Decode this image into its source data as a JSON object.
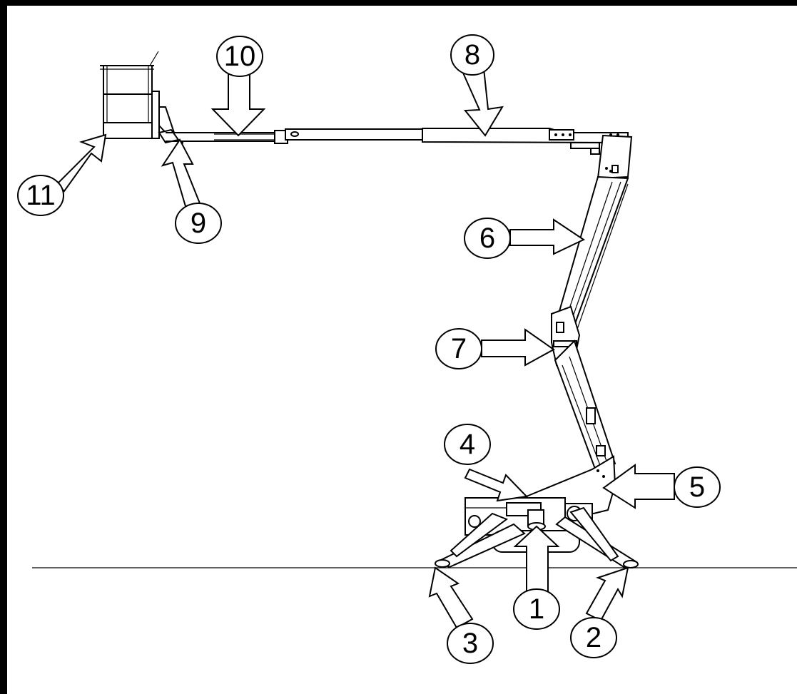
{
  "colors": {
    "line": "#000000",
    "background": "#ffffff",
    "frame": "#000000"
  },
  "callouts": [
    {
      "id": "callout-1",
      "label": "1"
    },
    {
      "id": "callout-2",
      "label": "2"
    },
    {
      "id": "callout-3",
      "label": "3"
    },
    {
      "id": "callout-4",
      "label": "4"
    },
    {
      "id": "callout-5",
      "label": "5"
    },
    {
      "id": "callout-6",
      "label": "6"
    },
    {
      "id": "callout-7",
      "label": "7"
    },
    {
      "id": "callout-8",
      "label": "8"
    },
    {
      "id": "callout-9",
      "label": "9"
    },
    {
      "id": "callout-10",
      "label": "10"
    },
    {
      "id": "callout-11",
      "label": "11"
    }
  ]
}
